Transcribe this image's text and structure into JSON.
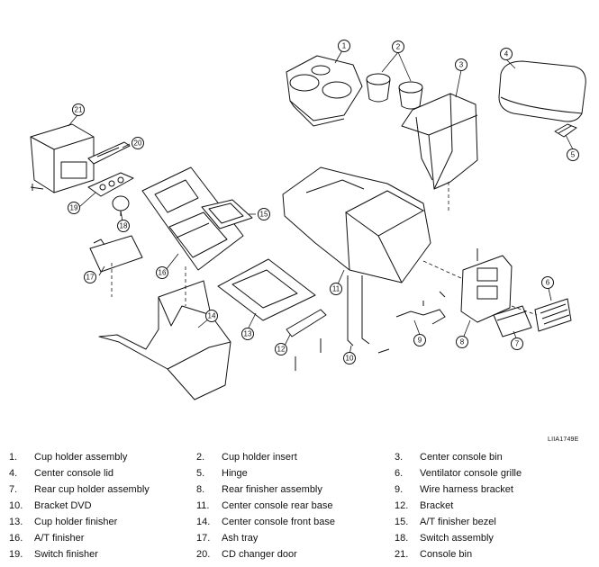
{
  "diagram": {
    "figure_code": "LIIA1749E",
    "callouts": [
      "1",
      "2",
      "3",
      "4",
      "5",
      "6",
      "7",
      "8",
      "9",
      "10",
      "11",
      "12",
      "13",
      "14",
      "15",
      "16",
      "17",
      "18",
      "19",
      "20",
      "21"
    ]
  },
  "legend": [
    [
      {
        "num": "1.",
        "label": "Cup holder assembly"
      },
      {
        "num": "2.",
        "label": "Cup holder insert"
      },
      {
        "num": "3.",
        "label": "Center console bin"
      }
    ],
    [
      {
        "num": "4.",
        "label": "Center console lid"
      },
      {
        "num": "5.",
        "label": "Hinge"
      },
      {
        "num": "6.",
        "label": "Ventilator console grille"
      }
    ],
    [
      {
        "num": "7.",
        "label": "Rear cup holder assembly"
      },
      {
        "num": "8.",
        "label": "Rear finisher assembly"
      },
      {
        "num": "9.",
        "label": "Wire harness bracket"
      }
    ],
    [
      {
        "num": "10.",
        "label": "Bracket DVD"
      },
      {
        "num": "11.",
        "label": "Center console rear base"
      },
      {
        "num": "12.",
        "label": "Bracket"
      }
    ],
    [
      {
        "num": "13.",
        "label": "Cup holder finisher"
      },
      {
        "num": "14.",
        "label": "Center console front base"
      },
      {
        "num": "15.",
        "label": "A/T finisher bezel"
      }
    ],
    [
      {
        "num": "16.",
        "label": "A/T finisher"
      },
      {
        "num": "17.",
        "label": "Ash tray"
      },
      {
        "num": "18.",
        "label": "Switch assembly"
      }
    ],
    [
      {
        "num": "19.",
        "label": "Switch finisher"
      },
      {
        "num": "20.",
        "label": "CD changer door"
      },
      {
        "num": "21.",
        "label": "Console bin"
      }
    ]
  ]
}
